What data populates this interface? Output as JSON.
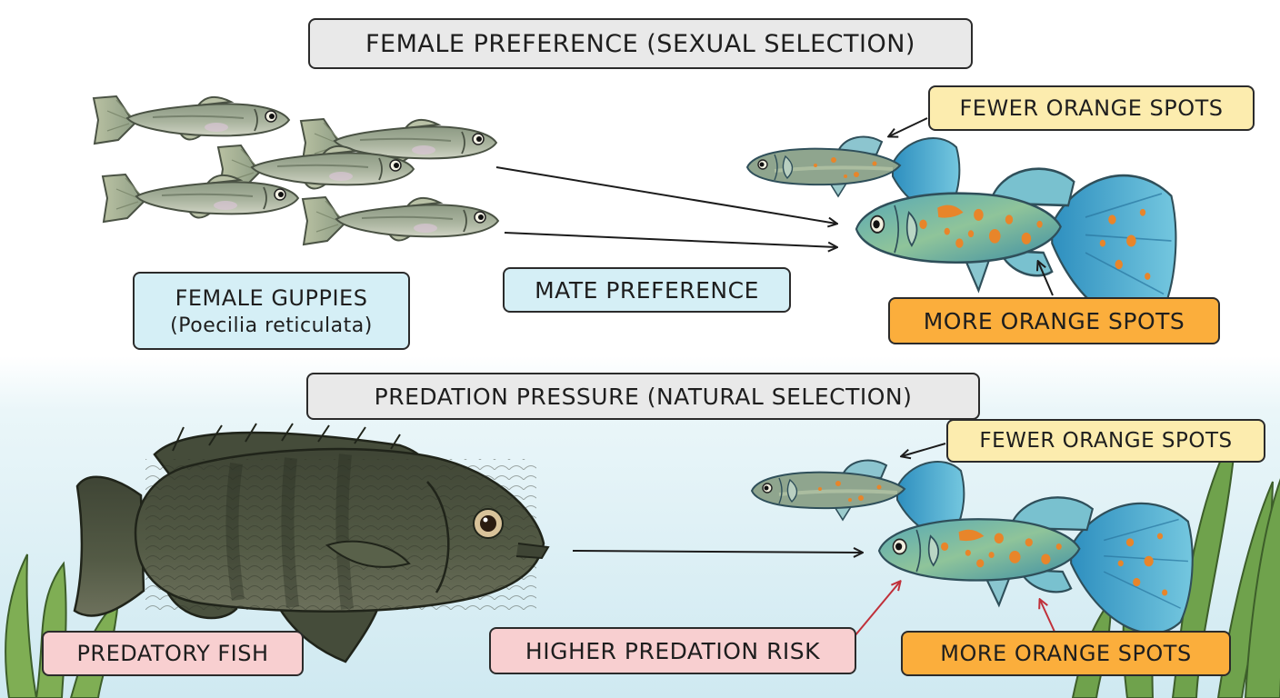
{
  "top_section": {
    "title": "FEMALE PREFERENCE (SEXUAL SELECTION)",
    "females_label": "FEMALE GUPPIES",
    "females_sublabel": "(Poecilia reticulata)",
    "arrow_label": "MATE PREFERENCE",
    "fewer_spots_label": "FEWER ORANGE SPOTS",
    "more_spots_label": "MORE ORANGE SPOTS"
  },
  "bottom_section": {
    "title": "PREDATION PRESSURE (NATURAL SELECTION)",
    "predator_label": "PREDATORY FISH",
    "risk_label": "HIGHER PREDATION RISK",
    "fewer_spots_label": "FEWER ORANGE SPOTS",
    "more_spots_label": "MORE ORANGE SPOTS"
  },
  "colors": {
    "title_bg": "#e9e9e9",
    "fewer_spots_bg": "#fcecae",
    "more_spots_bg": "#fbae3c",
    "info_bg": "#d5eff6",
    "danger_bg": "#f8cfd0",
    "risk_arrow": "#c0303a",
    "water": "#d7eef4"
  }
}
